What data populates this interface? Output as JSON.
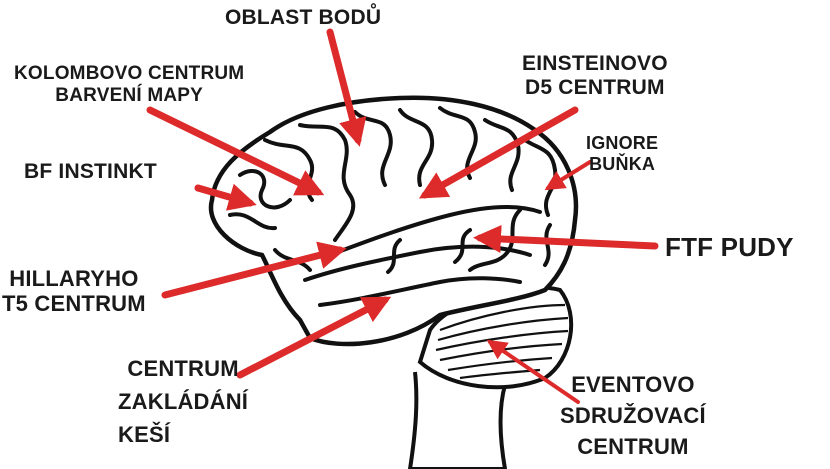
{
  "labels": {
    "oblast_bodu": "OBLAST BODŮ",
    "kolombovo_1": "KOLOMBOVO CENTRUM",
    "kolombovo_2": "BARVENÍ MAPY",
    "einstein_1": "EINSTEINOVO",
    "einstein_2": "D5 CENTRUM",
    "ignore_1": "IGNORE",
    "ignore_2": "BUŇKA",
    "bf": "BF INSTINKT",
    "ftf": "FTF PUDY",
    "hillary_1": "HILLARYHO",
    "hillary_2": "T5 CENTRUM",
    "centrum_1": "CENTRUM",
    "centrum_2": "ZAKLÁDÁNÍ",
    "centrum_3": "KEŠÍ",
    "eventovo_1": "EVENTOVO",
    "eventovo_2": "SDRUŽOVACÍ",
    "eventovo_3": "CENTRUM"
  },
  "colors": {
    "arrow": "#dd2a2a",
    "outline": "#111111",
    "label": "#1a1a1a"
  },
  "icons": {
    "brain": "brain-illustration"
  }
}
